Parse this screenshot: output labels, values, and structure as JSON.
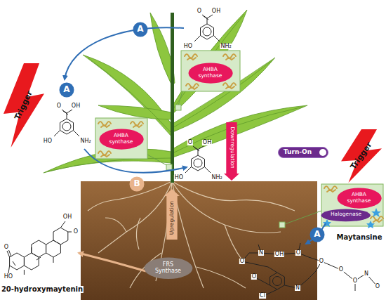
{
  "diagram": {
    "nodes": [
      {
        "text": [
          "A"
        ]
      },
      {
        "text": [
          "A"
        ]
      },
      {
        "text": [
          "AHBA synthase"
        ]
      },
      {
        "text": [
          "Trigger"
        ]
      },
      {
        "text": [
          "AHBA synthase"
        ]
      },
      {
        "text": [
          "Downregulation"
        ]
      },
      {
        "text": [
          "Turn-On"
        ]
      },
      {
        "text": [
          "Trigger"
        ]
      },
      {
        "text": [
          "B"
        ]
      },
      {
        "text": [
          "AHBA synthase"
        ]
      },
      {
        "text": [
          "Halogenase"
        ]
      },
      {
        "text": [
          "Upregulation"
        ]
      },
      {
        "text": [
          "A"
        ]
      },
      {
        "text": [
          "FRS Synthase"
        ]
      }
    ],
    "labels": [
      "O",
      "OH",
      "HO",
      "NH₂",
      "O",
      "OH",
      "HO",
      "NH₂",
      "O",
      "OH",
      "HO",
      "NH₂",
      "Maytansine",
      "20-hydroxymaytenin",
      "O",
      "N",
      "OH",
      "O",
      "O",
      "O",
      "Cl",
      "N",
      "O",
      "O",
      "N",
      "O",
      "HO",
      "O",
      "OH",
      "O"
    ]
  }
}
